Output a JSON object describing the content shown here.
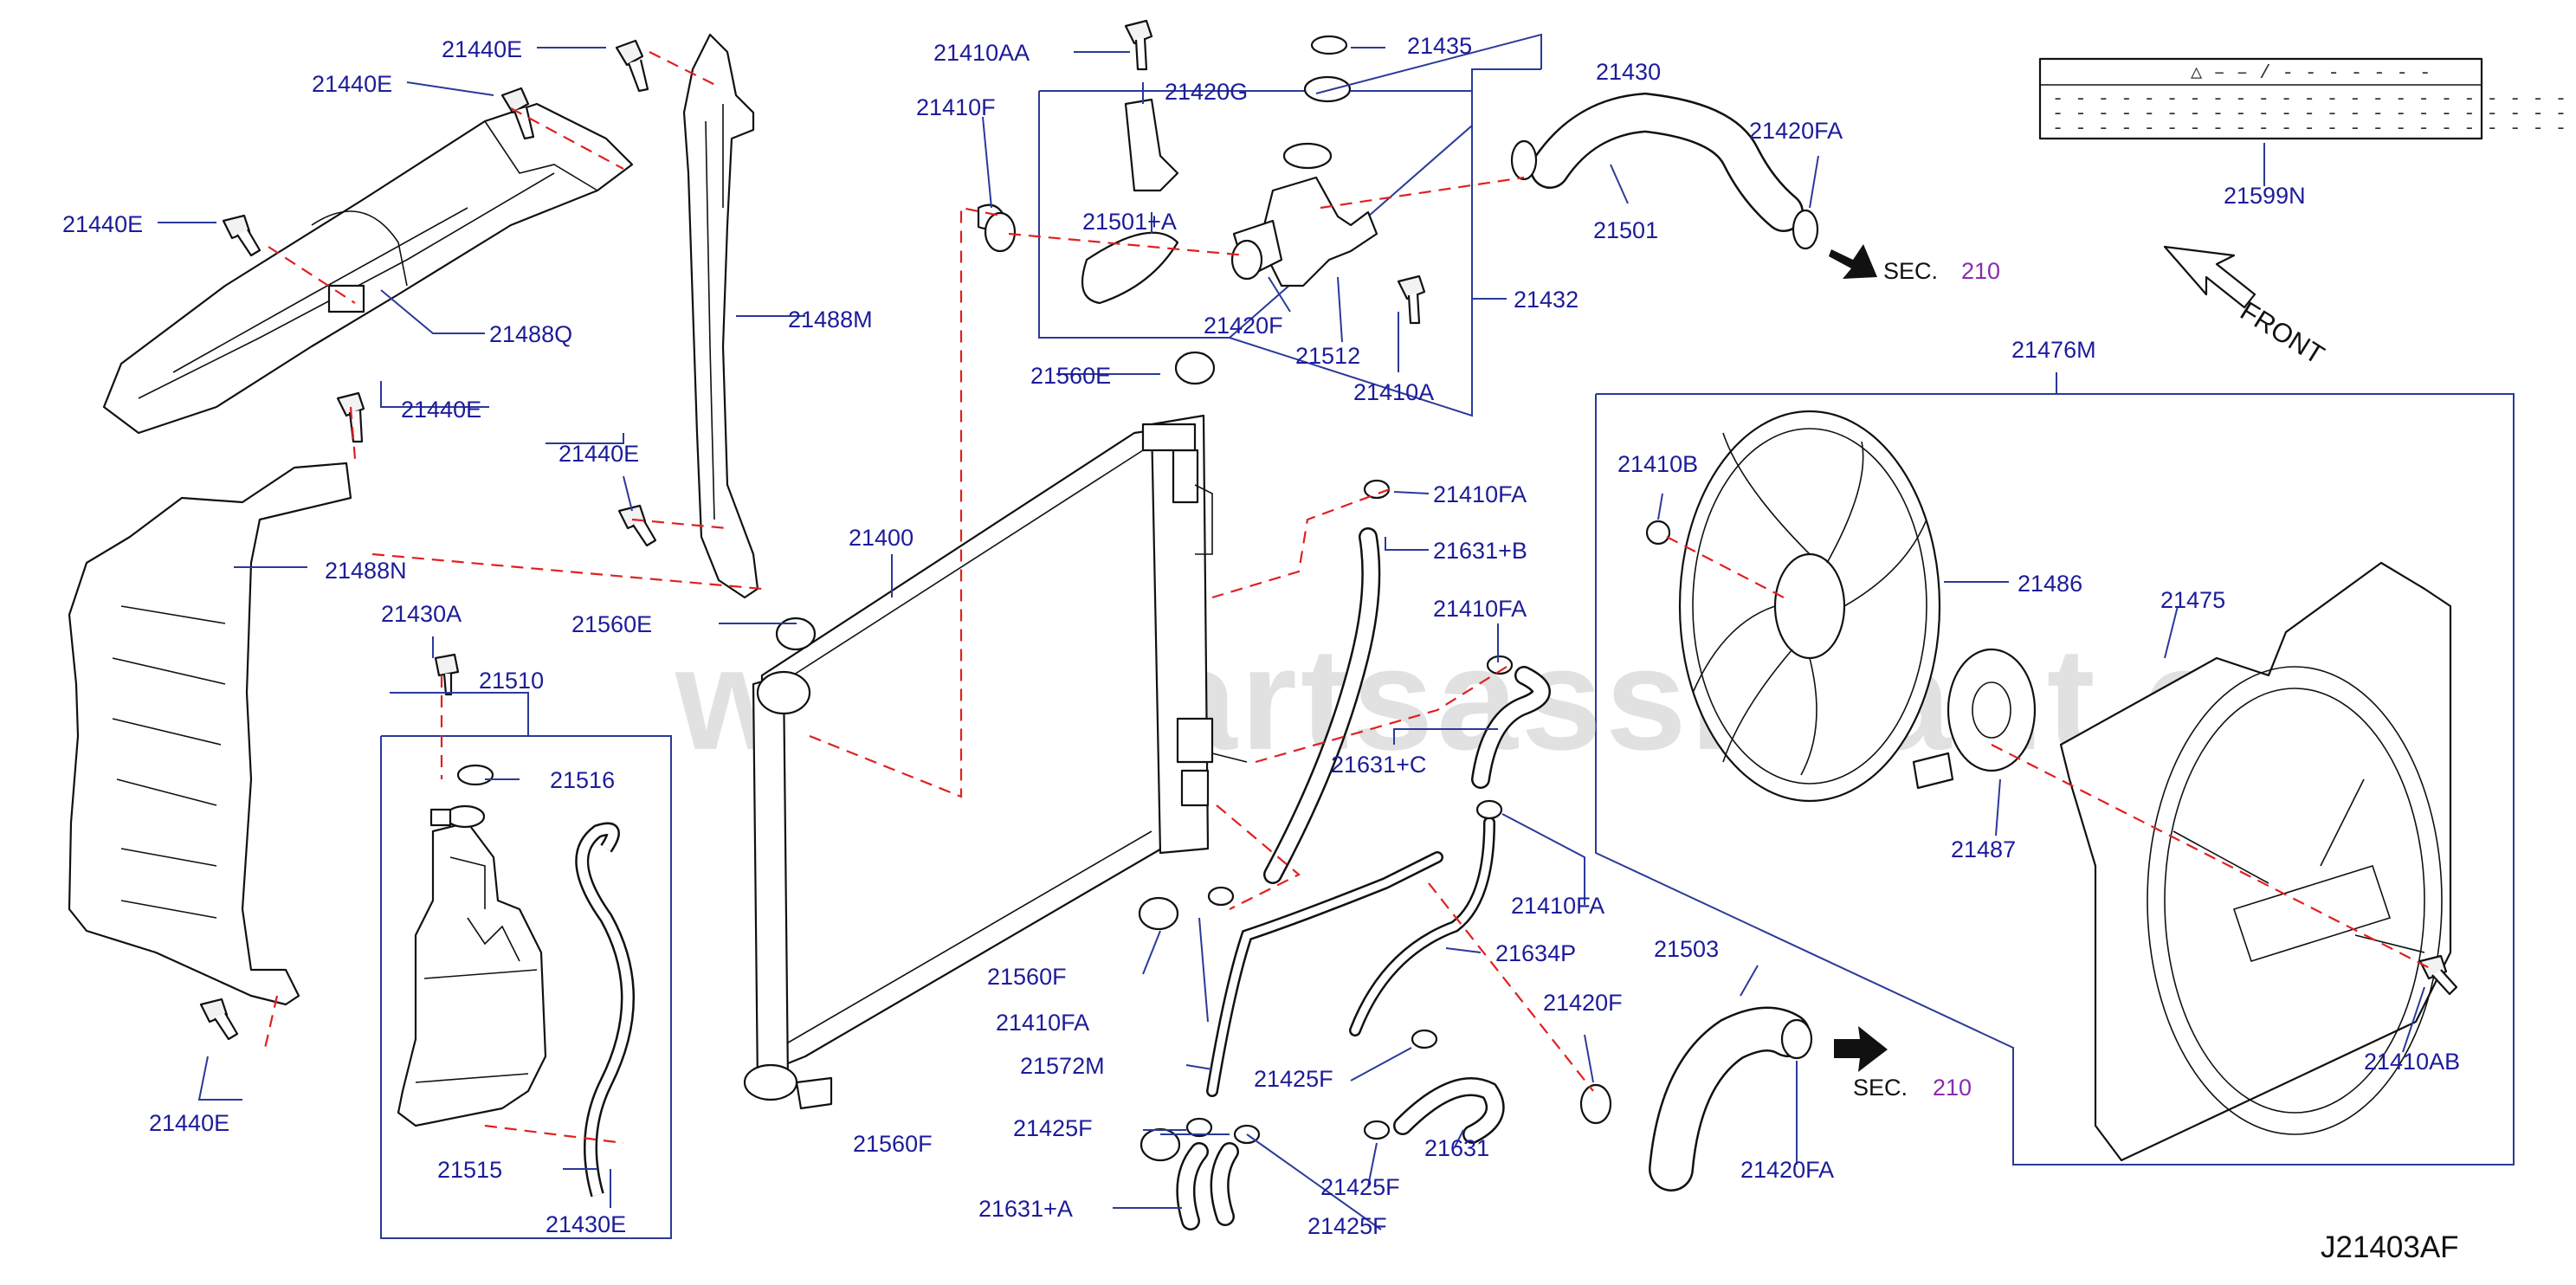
{
  "watermark": "www.partsassistant.com",
  "drawing_code": "J21403AF",
  "front_label": "FRONT",
  "warning_label": {
    "header": "△ – – / - - - - - - -",
    "lines": [
      "- - - - - - - - - - - - - - - - - - - - - - - - - - -",
      "- - - - - - - - - - - - - - - - - - - - - - - - - - -",
      "- - - - - - - - - - - - - - - - - - - - - - -"
    ]
  },
  "sec_refs": [
    {
      "prefix": "SEC.",
      "number": "210"
    },
    {
      "prefix": "SEC.",
      "number": "210"
    }
  ],
  "labels": {
    "21440E_a": "21440E",
    "21440E_b": "21440E",
    "21440E_c": "21440E",
    "21440E_d": "21440E",
    "21440E_e": "21440E",
    "21440E_f": "21440E",
    "21488Q": "21488Q",
    "21488M": "21488M",
    "21488N": "21488N",
    "21430A": "21430A",
    "21510": "21510",
    "21516": "21516",
    "21515": "21515",
    "21430E": "21430E",
    "21400": "21400",
    "21560E_a": "21560E",
    "21560E_b": "21560E",
    "21560F_a": "21560F",
    "21560F_b": "21560F",
    "21410AA": "21410AA",
    "21410F": "21410F",
    "21420G": "21420G",
    "21501A": "21501+A",
    "21420F_a": "21420F",
    "21512": "21512",
    "21410A": "21410A",
    "21432": "21432",
    "21435": "21435",
    "21430": "21430",
    "21501": "21501",
    "21420FA_a": "21420FA",
    "21599N": "21599N",
    "21476M": "21476M",
    "21410FA_a": "21410FA",
    "21631B": "21631+B",
    "21410FA_b": "21410FA",
    "21631C": "21631+C",
    "21410FA_c": "21410FA",
    "21634P": "21634P",
    "21410FA_d": "21410FA",
    "21572M": "21572M",
    "21425F_a": "21425F",
    "21425F_b": "21425F",
    "21425F_c": "21425F",
    "21425F_d": "21425F",
    "21631A": "21631+A",
    "21631": "21631",
    "21420F_b": "21420F",
    "21503": "21503",
    "21420FA_b": "21420FA",
    "21410B": "21410B",
    "21486": "21486",
    "21475": "21475",
    "21487": "21487",
    "21410AB": "21410AB"
  }
}
